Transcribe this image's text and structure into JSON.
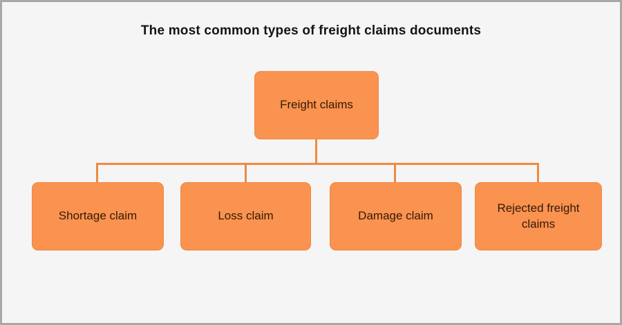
{
  "title": "The most common types of freight claims documents",
  "diagram": {
    "type": "hierarchy-flowchart",
    "root": {
      "label": "Freight claims"
    },
    "children": [
      {
        "label": "Shortage claim"
      },
      {
        "label": "Loss claim"
      },
      {
        "label": "Damage claim"
      },
      {
        "label": "Rejected freight claims"
      }
    ],
    "colors": {
      "node_fill": "#FA9250",
      "node_border": "#EE8A42",
      "connector": "#EE8A42",
      "node_text": "#331A05",
      "title_text": "#141414",
      "background": "#F5F5F5",
      "frame_border": "#A8A8A8"
    }
  }
}
